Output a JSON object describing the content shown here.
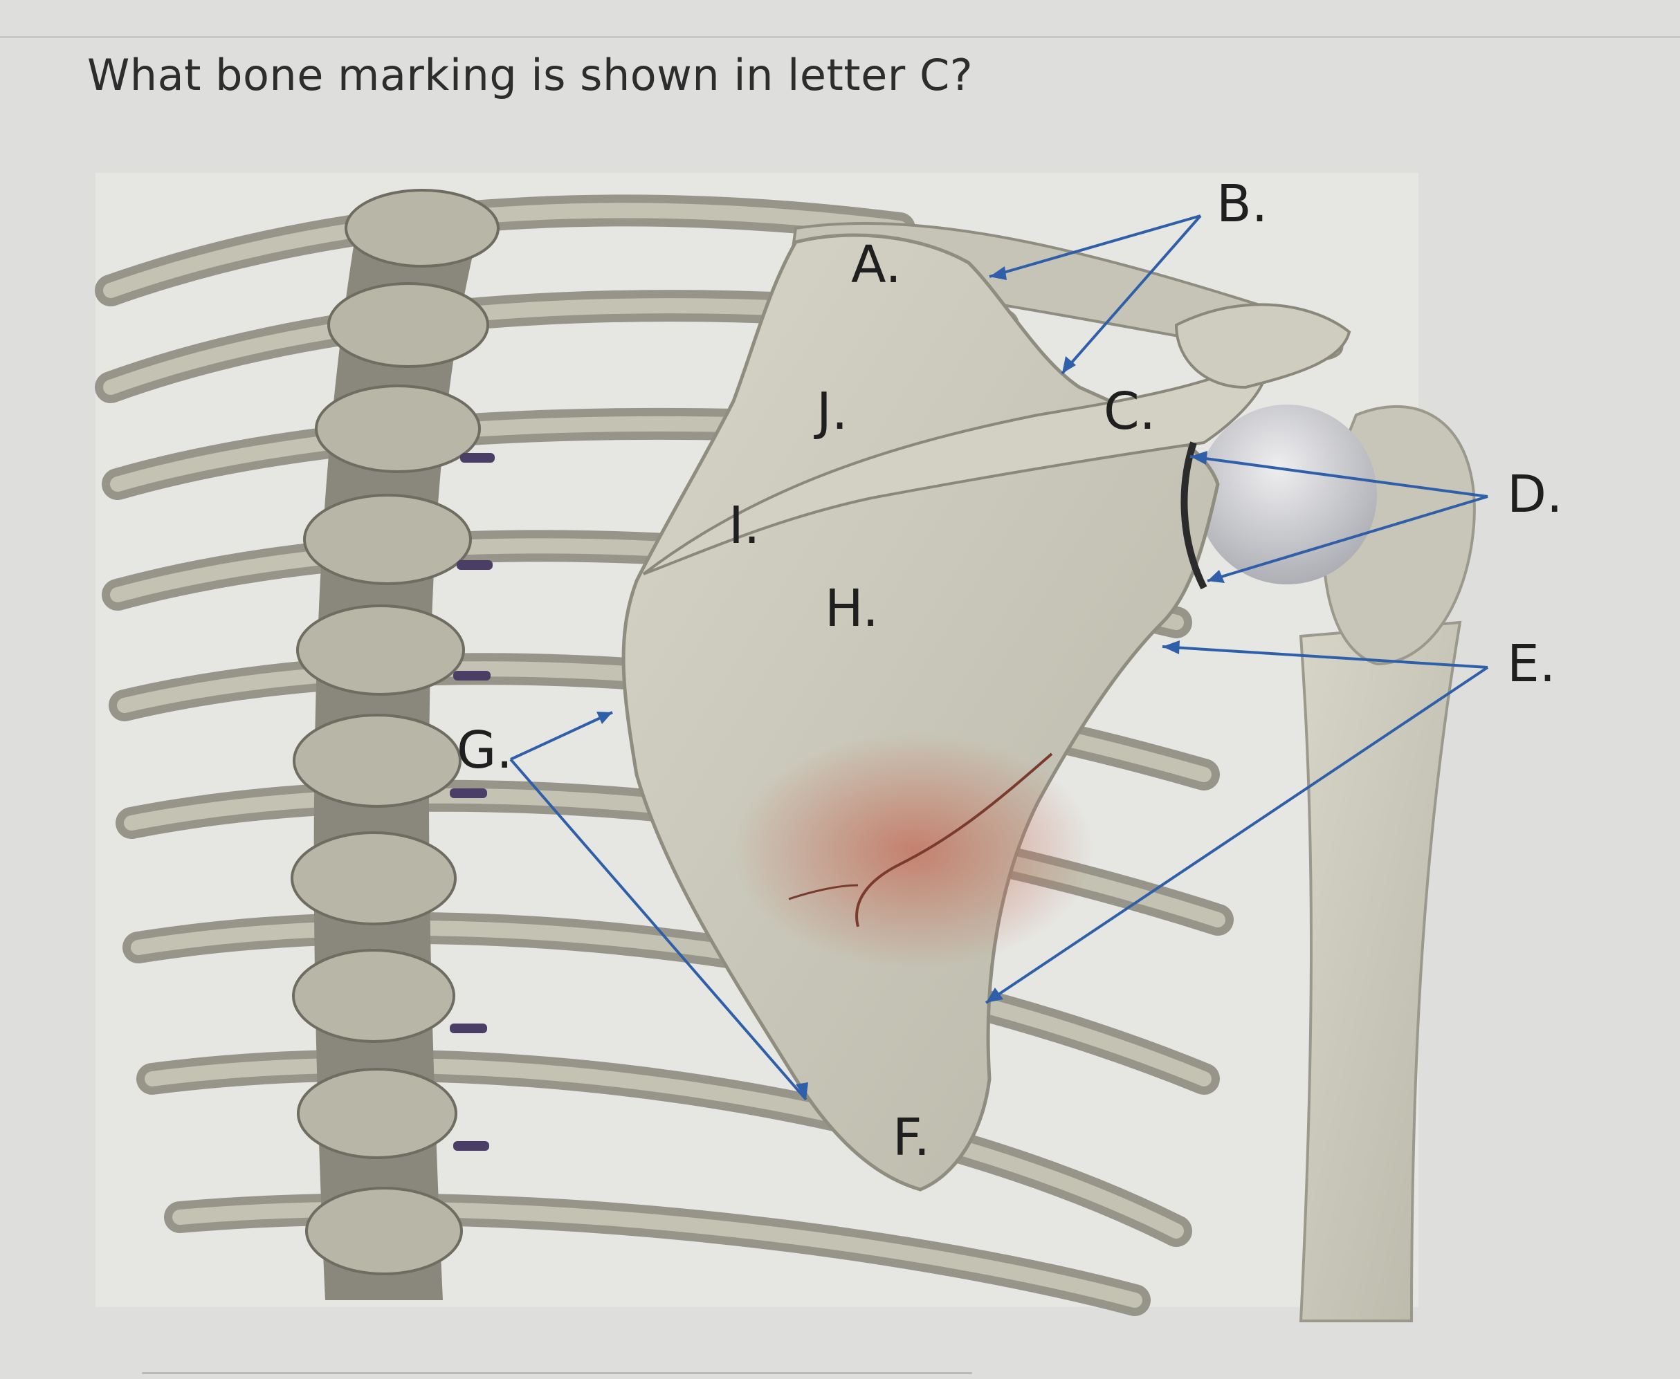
{
  "question": {
    "text": "What bone marking is shown in letter C?"
  },
  "figure": {
    "description_colors": {
      "background": "#dedfdd",
      "bone": "#cfcdbf",
      "arrow": "#2f5fa8"
    },
    "labels": {
      "A": "A.",
      "B": "B.",
      "C": "C.",
      "D": "D.",
      "E": "E.",
      "F": "F.",
      "G": "G.",
      "H": "H.",
      "I": "I.",
      "J": "J."
    }
  }
}
